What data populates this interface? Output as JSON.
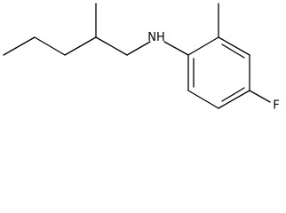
{
  "molecule": {
    "atoms": {
      "nitrogen": "N",
      "hydrogen": "H",
      "fluorine": "F"
    }
  }
}
